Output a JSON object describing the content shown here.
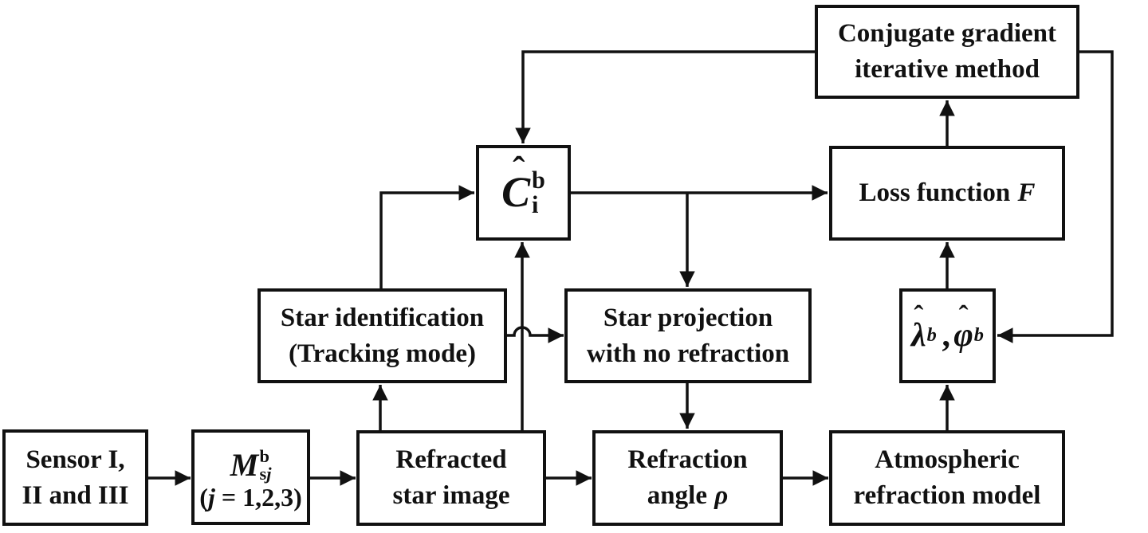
{
  "colors": {
    "ink": "#111111",
    "background": "#ffffff"
  },
  "nodes": {
    "conjugate_gradient": {
      "line1": "Conjugate gradient",
      "line2": "iterative method"
    },
    "attitude_matrix": {
      "hat": "ˆ",
      "base": "C",
      "sup": "b",
      "sub": "i"
    },
    "loss_function": {
      "label": "Loss function",
      "variable": "F"
    },
    "star_identification": {
      "line1": "Star identification",
      "line2": "(Tracking mode)"
    },
    "star_projection": {
      "line1": "Star projection",
      "line2": "with no refraction"
    },
    "position_estimate": {
      "hat": "ˆ",
      "lambda": "λ",
      "lambda_sub": "b",
      "separator": ",",
      "phi": "φ",
      "phi_sub": "b"
    },
    "sensors": {
      "line1": "Sensor I,",
      "line2": "II and III"
    },
    "measurement_matrix": {
      "base": "M",
      "sup": "b",
      "sub_roman": "s",
      "sub_italic": "j",
      "paren_open": "(",
      "index_var": "j",
      "index_rest": " = 1,2,3)"
    },
    "refracted_star_image": {
      "line1": "Refracted",
      "line2": "star image"
    },
    "refraction_angle": {
      "line1": "Refraction",
      "line2": "angle",
      "variable": "ρ"
    },
    "atmospheric_model": {
      "line1": "Atmospheric",
      "line2": "refraction model"
    }
  }
}
